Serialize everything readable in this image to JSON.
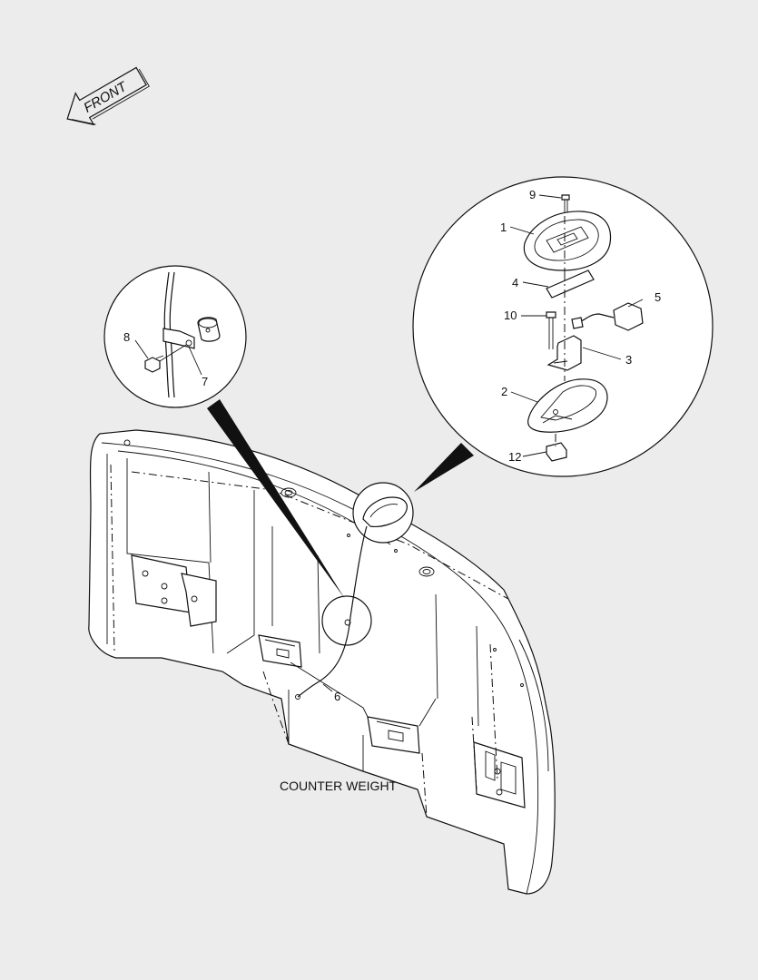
{
  "front_label": "FRONT",
  "caption": "COUNTER WEIGHT",
  "callouts": {
    "lamp_cover": "1",
    "lamp_base": "2",
    "bracket": "3",
    "gasket": "4",
    "bulb": "5",
    "harness": "6",
    "clip": "7",
    "screw": "8",
    "top_screw": "9",
    "bolt": "10",
    "nut": "12"
  }
}
